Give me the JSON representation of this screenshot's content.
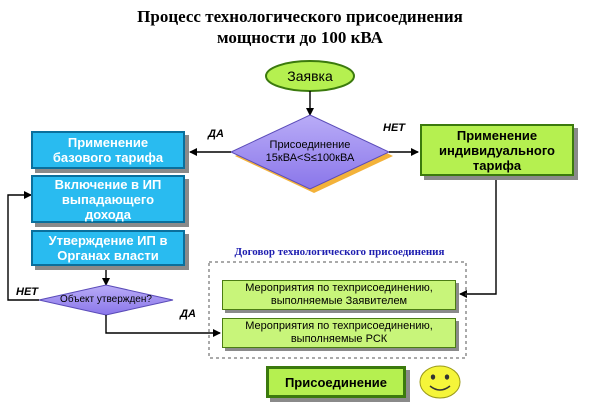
{
  "title": {
    "line1": "Процесс технологического присоединения",
    "line2": "мощности до 100 кВА"
  },
  "nodes": {
    "start": "Заявка",
    "decision_capacity": {
      "line1": "Присоединение",
      "line2": "15кВА<S≤100кВА"
    },
    "base_tariff": {
      "line1": "Применение",
      "line2": "базового тарифа"
    },
    "individual_tariff": {
      "line1": "Применение",
      "line2": "индивидуального",
      "line3": "тарифа"
    },
    "include_ip": {
      "line1": "Включение в ИП",
      "line2": "выпадающего",
      "line3": "дохода"
    },
    "approve_ip": {
      "line1": "Утверждение ИП в",
      "line2": "Органах власти"
    },
    "decision_approved": "Объект утвержден?",
    "applicant_measures": {
      "line1": "Мероприятия по техприсоединению,",
      "line2": "выполняемые Заявителем"
    },
    "rsk_measures": {
      "line1": "Мероприятия по техприсоединению,",
      "line2": "выполняемые РСК"
    },
    "connection": "Присоединение"
  },
  "labels": {
    "yes_left": "ДА",
    "no_right": "НЕТ",
    "no_left": "НЕТ",
    "yes_bottom": "ДА",
    "contract_title": "Договор технологического присоединения"
  },
  "icons": {
    "smiley": "smiley-face-icon"
  },
  "colors": {
    "blue_box": "#29bbf0",
    "green_box": "#b5f050",
    "diamond": "#9b8af0",
    "start_oval": "#b5f050",
    "smiley": "#f5f53a"
  }
}
